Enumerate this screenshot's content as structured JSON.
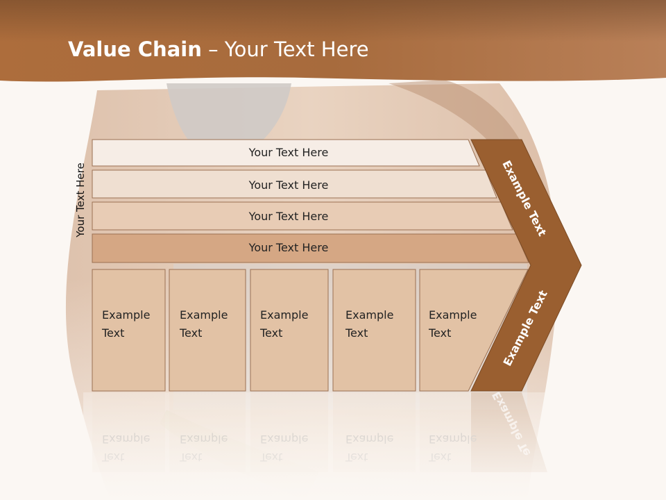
{
  "slide": {
    "title_bold": "Value Chain",
    "title_rest": " – Your Text Here",
    "side_label": "Your Text Here"
  },
  "bands": [
    {
      "label": "Your Text Here"
    },
    {
      "label": "Your Text Here"
    },
    {
      "label": "Your Text Here"
    },
    {
      "label": "Your Text Here"
    }
  ],
  "columns": [
    {
      "line1": "Example",
      "line2": "Text"
    },
    {
      "line1": "Example",
      "line2": "Text"
    },
    {
      "line1": "Example",
      "line2": "Text"
    },
    {
      "line1": "Example",
      "line2": "Text"
    },
    {
      "line1": "Example",
      "line2": "Text"
    }
  ],
  "chevron": {
    "upper_label": "Example Text",
    "lower_label": "Example Text"
  },
  "colors": {
    "header_brown": "#a36a3a",
    "chevron_brown": "#9a5f30",
    "band_fills": [
      "#f6ede6",
      "#efdfd1",
      "#e8ccb5",
      "#d5a784"
    ],
    "column_fill": "#e2c2a5",
    "stroke": "#9b7052"
  }
}
